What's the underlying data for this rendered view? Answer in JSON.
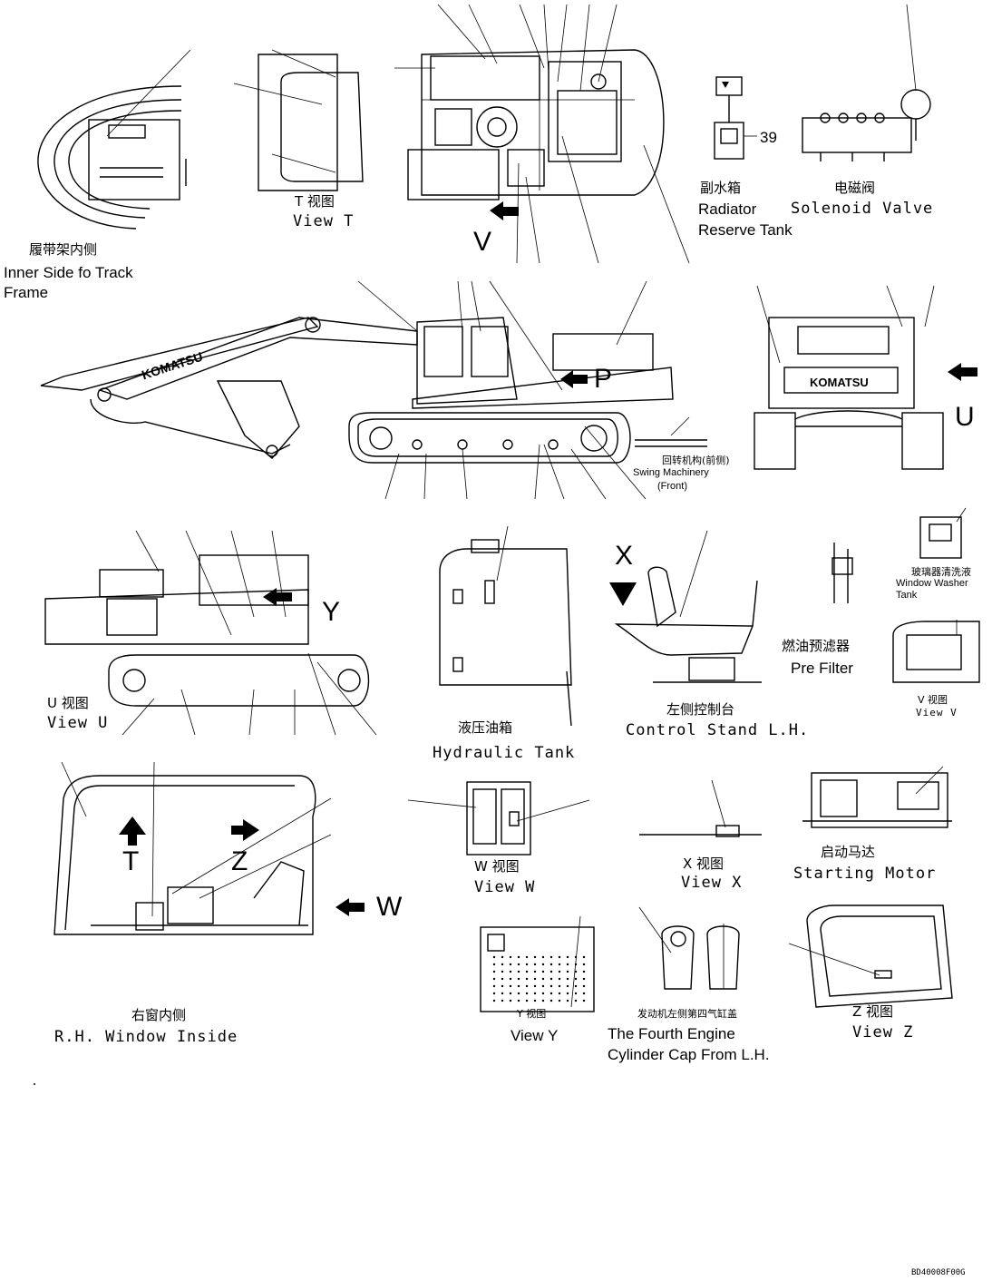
{
  "views": {
    "track_frame": {
      "cn": "履带架内侧",
      "en1": "Inner Side fo Track",
      "en2": "Frame"
    },
    "view_t": {
      "cn": "T 视图",
      "en": "View T"
    },
    "radiator": {
      "cn": "副水箱",
      "en1": "Radiator",
      "en2": "Reserve Tank",
      "part_no": "39"
    },
    "solenoid": {
      "cn": "电磁阀",
      "en": "Solenoid Valve"
    },
    "swing": {
      "cn": "回转机构(前侧)",
      "en1": "Swing Machinery",
      "en2": "(Front)"
    },
    "window_washer": {
      "cn": "玻璃器清洗液",
      "en1": "Window Washer",
      "en2": "Tank"
    },
    "pre_filter": {
      "cn": "燃油预滤器",
      "en": "Pre Filter"
    },
    "view_u": {
      "cn": "U 视图",
      "en": "View U"
    },
    "hydraulic": {
      "cn": "液压油箱",
      "en": "Hydraulic Tank"
    },
    "control_stand": {
      "cn": "左侧控制台",
      "en": "Control Stand L.H."
    },
    "view_v": {
      "cn": "V 视图",
      "en": "View V"
    },
    "window_inside": {
      "cn": "右窗内侧",
      "en": "R.H. Window Inside"
    },
    "view_w": {
      "cn": "W 视图",
      "en": "View W"
    },
    "view_x": {
      "cn": "X 视图",
      "en": "View X"
    },
    "starting_motor": {
      "cn": "启动马达",
      "en": "Starting Motor"
    },
    "view_y": {
      "cn": "Y 视图",
      "en": "View Y"
    },
    "engine_cap": {
      "cn": "发动机左侧第四气缸盖",
      "en1": "The Fourth Engine",
      "en2": "Cylinder Cap From L.H."
    },
    "view_z": {
      "cn": "Z 视图",
      "en": "View Z"
    }
  },
  "markers": {
    "t": "T",
    "u": "U",
    "v": "V",
    "w": "W",
    "x": "X",
    "y": "Y",
    "z": "Z",
    "p": "P"
  },
  "brand": "KOMATSU",
  "drawing_code": "BD40008F00G"
}
